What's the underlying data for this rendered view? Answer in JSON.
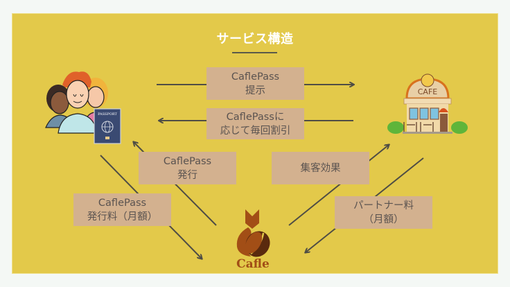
{
  "title": "サービス構造",
  "nodes": {
    "users": {
      "icon": "users-with-passport-icon",
      "passport_text": "PASSPORT"
    },
    "cafe": {
      "icon": "cafe-storefront-icon",
      "sign_text": "CAFE"
    },
    "cafle": {
      "icon": "cafle-fox-coffee-logo",
      "brand": "Cafle"
    }
  },
  "flows": [
    {
      "id": "pass-present",
      "from": "users",
      "to": "cafe",
      "lines": [
        "CaflePass",
        "提示"
      ]
    },
    {
      "id": "discount",
      "from": "cafe",
      "to": "users",
      "lines": [
        "CaflePassに",
        "応じて毎回割引"
      ]
    },
    {
      "id": "pass-issue",
      "from": "cafle",
      "to": "users",
      "lines": [
        "CaflePass",
        "発行"
      ]
    },
    {
      "id": "issue-fee",
      "from": "users",
      "to": "cafle",
      "lines": [
        "CaflePass",
        "発行料（月額）"
      ]
    },
    {
      "id": "customer-effect",
      "from": "cafle",
      "to": "cafe",
      "lines": [
        "集客効果"
      ]
    },
    {
      "id": "partner-fee",
      "from": "cafe",
      "to": "cafle",
      "lines": [
        "パートナー料",
        "（月額）"
      ]
    }
  ],
  "colors": {
    "background": "#e3c94a",
    "label_box": "#d3b18f",
    "label_text": "#5a5350",
    "arrow": "#4f4d45",
    "title": "#ffffff",
    "brand": "#a24e16"
  }
}
